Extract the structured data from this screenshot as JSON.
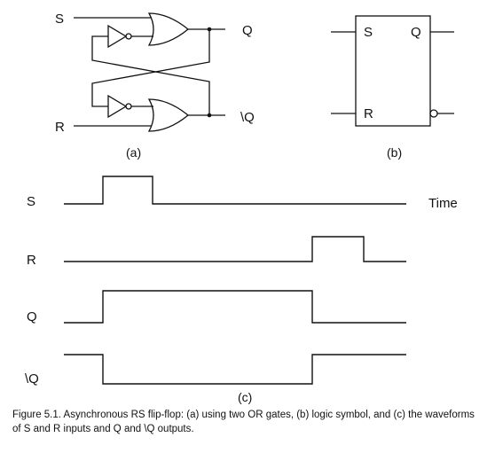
{
  "panel_a": {
    "input_s": "S",
    "input_r": "R",
    "output_q": "Q",
    "output_qbar": "\\Q",
    "caption": "(a)"
  },
  "panel_b": {
    "input_s": "S",
    "input_r": "R",
    "output_q": "Q",
    "caption": "(b)"
  },
  "panel_c": {
    "signal_s": "S",
    "signal_r": "R",
    "signal_q": "Q",
    "signal_qbar": "\\Q",
    "time_label": "Time",
    "caption": "(c)"
  },
  "figure_caption": "Figure 5.1. Asynchronous RS flip-flop: (a) using two OR gates, (b) logic symbol, and (c) the waveforms of S and R inputs and Q and \\Q outputs."
}
